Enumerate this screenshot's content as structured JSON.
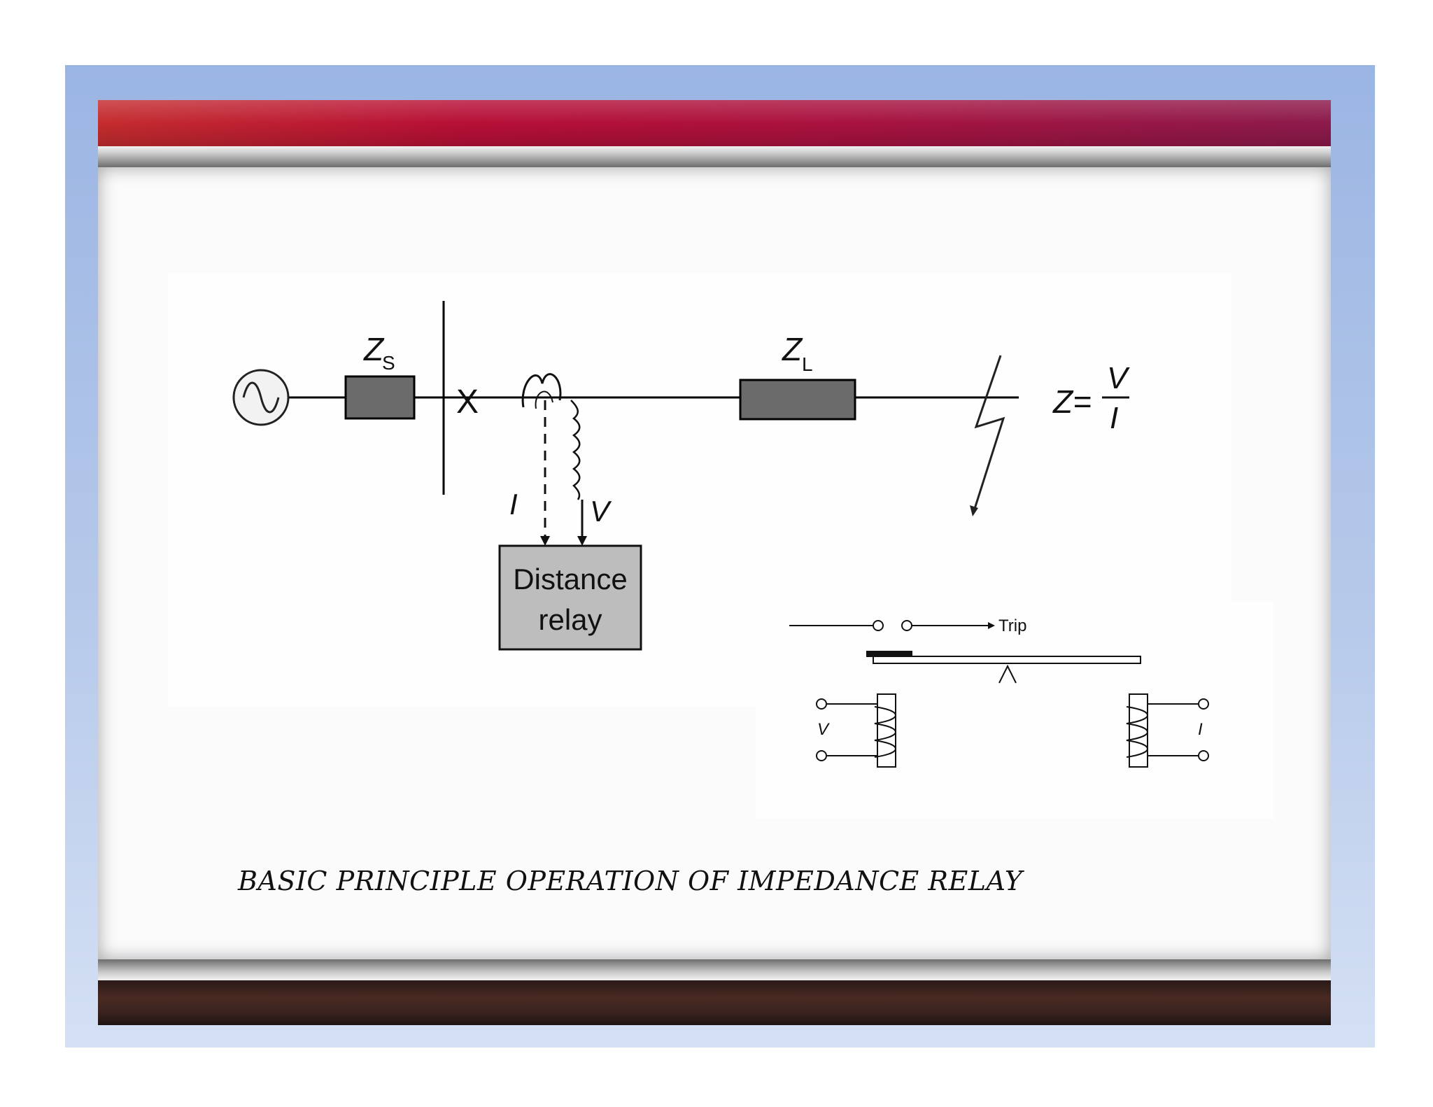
{
  "labels": {
    "source_impedance_main": "Z",
    "source_impedance_sub": "S",
    "breaker_mark": "X",
    "line_impedance_main": "Z",
    "line_impedance_sub": "L",
    "formula_lhs": "Z=",
    "formula_num": "V",
    "formula_den": "I",
    "current_label": "I",
    "voltage_label": "V",
    "relay_line1": "Distance",
    "relay_line2": "relay",
    "trip_label": "Trip",
    "coil_v_label": "V",
    "coil_i_label": "I"
  },
  "caption": "BASIC PRINCIPLE OPERATION OF IMPEDANCE RELAY",
  "colors": {
    "frame": "#9bb5e3",
    "top_banner": "#b70f36",
    "impedance_block": "#6b6b6b",
    "relay_box": "#bdbdbd"
  }
}
